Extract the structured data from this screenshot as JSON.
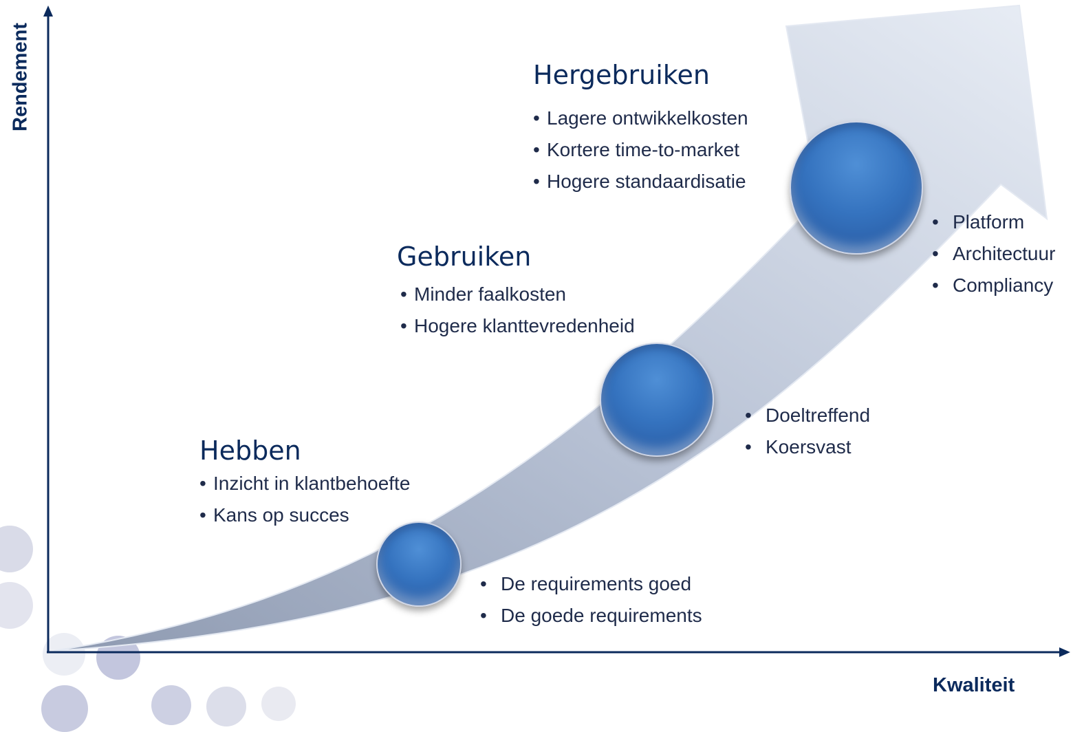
{
  "axes": {
    "y_label": "Rendement",
    "x_label": "Kwaliteit"
  },
  "stages": [
    {
      "title": "Hebben",
      "benefits": [
        "Inzicht in klantbehoefte",
        "Kans op succes"
      ],
      "points": [
        "De requirements goed",
        "De goede requirements"
      ]
    },
    {
      "title": "Gebruiken",
      "benefits": [
        "Minder faalkosten",
        "Hogere klanttevredenheid"
      ],
      "points": [
        "Doeltreffend",
        "Koersvast"
      ]
    },
    {
      "title": "Hergebruiken",
      "benefits": [
        "Lagere ontwikkelkosten",
        "Kortere time-to-market",
        "Hogere standaardisatie"
      ],
      "points": [
        "Platform",
        "Architectuur",
        "Compliancy"
      ]
    }
  ],
  "bullet_char": "•",
  "colors": {
    "axis": "#0b2a5c",
    "title": "#0b2a5c",
    "circle": "#3573bf",
    "arrow": "#c9d2e2"
  }
}
